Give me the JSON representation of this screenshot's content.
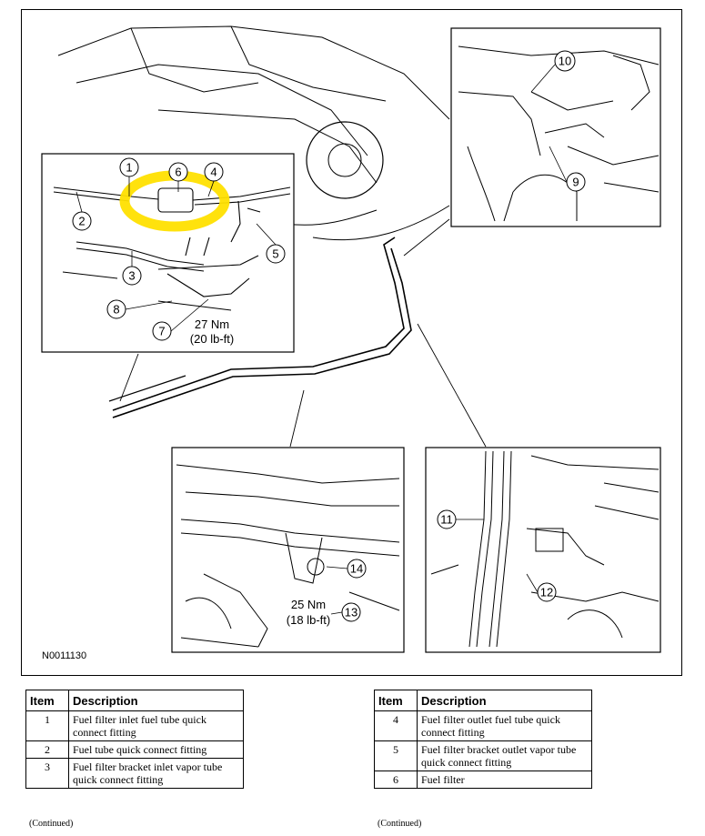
{
  "figure": {
    "id": "N0011130",
    "callouts": [
      "1",
      "2",
      "3",
      "4",
      "5",
      "6",
      "7",
      "8",
      "9",
      "10",
      "11",
      "12",
      "13",
      "14"
    ],
    "torque_main_1": "27 Nm",
    "torque_main_2": "(20 lb-ft)",
    "torque_detail_1": "25 Nm",
    "torque_detail_2": "(18 lb-ft)",
    "highlight_color": "#ffe000"
  },
  "legend_left": {
    "headers": {
      "item": "Item",
      "description": "Description"
    },
    "rows": [
      {
        "item": "1",
        "description": "Fuel filter inlet fuel tube quick connect fitting"
      },
      {
        "item": "2",
        "description": "Fuel tube quick connect fitting"
      },
      {
        "item": "3",
        "description": "Fuel filter bracket inlet vapor tube quick connect fitting"
      }
    ],
    "continued": "(Continued)"
  },
  "legend_right": {
    "headers": {
      "item": "Item",
      "description": "Description"
    },
    "rows": [
      {
        "item": "4",
        "description": "Fuel filter outlet fuel tube quick connect fitting"
      },
      {
        "item": "5",
        "description": "Fuel filter bracket outlet vapor tube quick connect fitting"
      },
      {
        "item": "6",
        "description": "Fuel filter"
      }
    ],
    "continued": "(Continued)"
  }
}
